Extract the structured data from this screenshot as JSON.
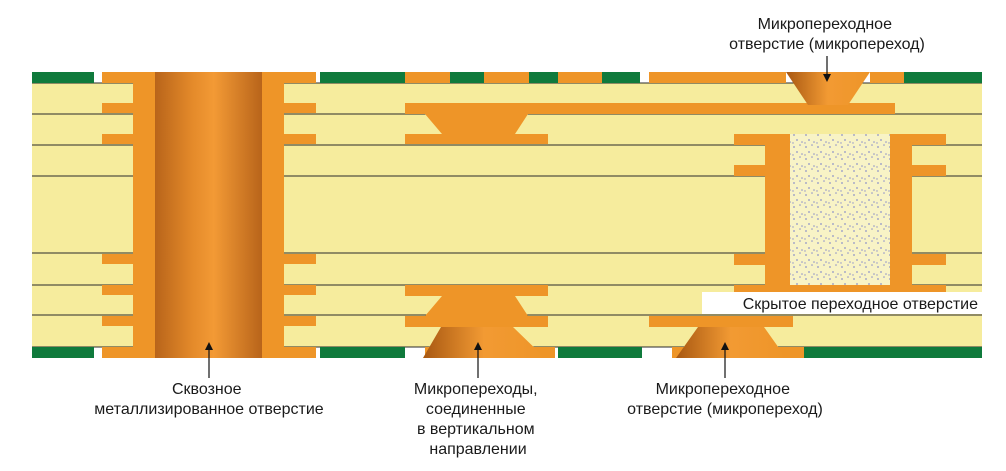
{
  "labels": {
    "through_hole": [
      "Сквозное",
      "металлизированное отверстие"
    ],
    "stacked_micro": [
      "Микропереходы,",
      "соединенные",
      "в вертикальном",
      "направлении"
    ],
    "micro_bottom": [
      "Микропереходное",
      "отверстие (микропереход)"
    ],
    "micro_top": [
      "Микропереходное",
      "отверстие (микропереход)"
    ],
    "buried_via": "Скрытое переходное отверстие"
  },
  "colors": {
    "dielectric": "#f6ec9d",
    "copper": "#ee9528",
    "copper_dark": "#b86214",
    "soldermask": "#0f7a3c",
    "layer_line": "#2a2a2a",
    "fill_dots": "#8f93c8"
  }
}
